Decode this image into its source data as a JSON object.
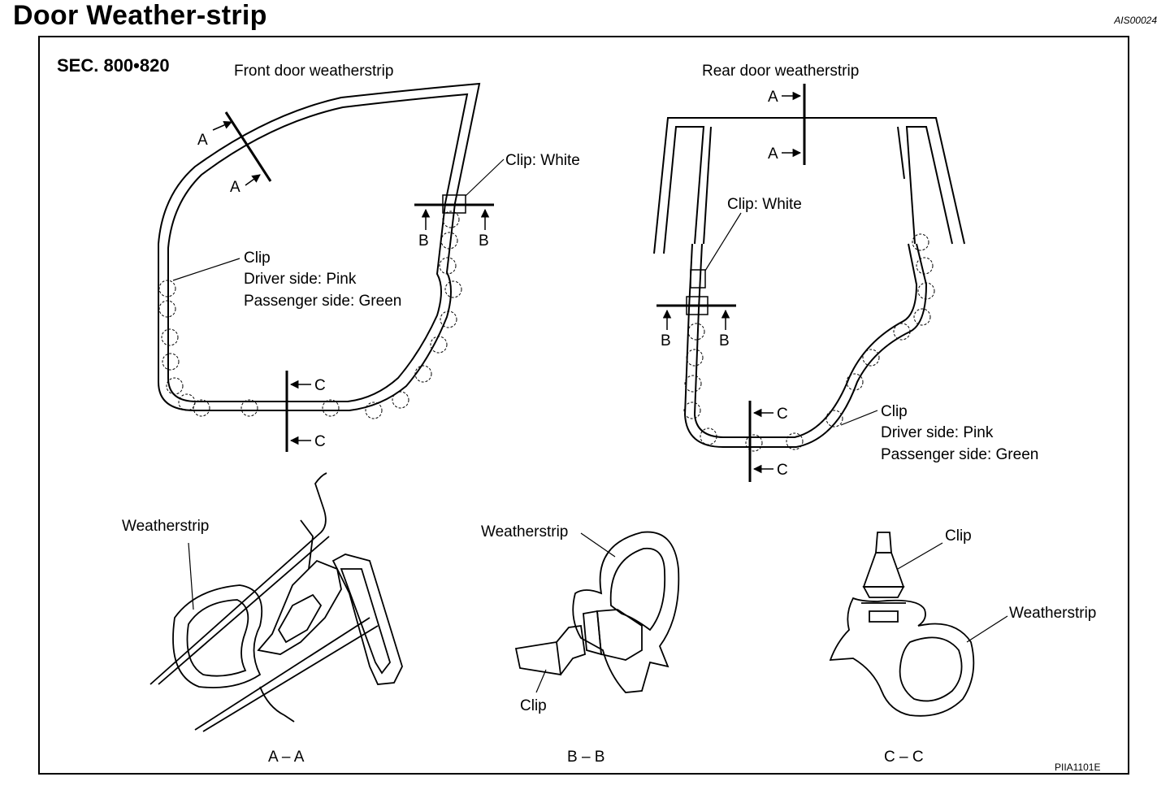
{
  "header": {
    "title": "Door Weather-strip",
    "code": "AIS00024"
  },
  "diagram": {
    "section": "SEC. 800•820",
    "front": {
      "title": "Front door weatherstrip",
      "clip_white": "Clip: White",
      "clip": "Clip",
      "driver": "Driver side: Pink",
      "passenger": "Passenger side: Green",
      "a": "A",
      "b": "B",
      "c": "C"
    },
    "rear": {
      "title": "Rear door weatherstrip",
      "clip_white": "Clip: White",
      "clip": "Clip",
      "driver": "Driver side: Pink",
      "passenger": "Passenger side: Green",
      "a": "A",
      "b": "B",
      "c": "C"
    },
    "section_aa": {
      "weatherstrip": "Weatherstrip",
      "caption": "A – A"
    },
    "section_bb": {
      "weatherstrip": "Weatherstrip",
      "clip": "Clip",
      "caption": "B – B"
    },
    "section_cc": {
      "clip": "Clip",
      "weatherstrip": "Weatherstrip",
      "caption": "C – C"
    },
    "figure_code": "PIIA1101E"
  }
}
